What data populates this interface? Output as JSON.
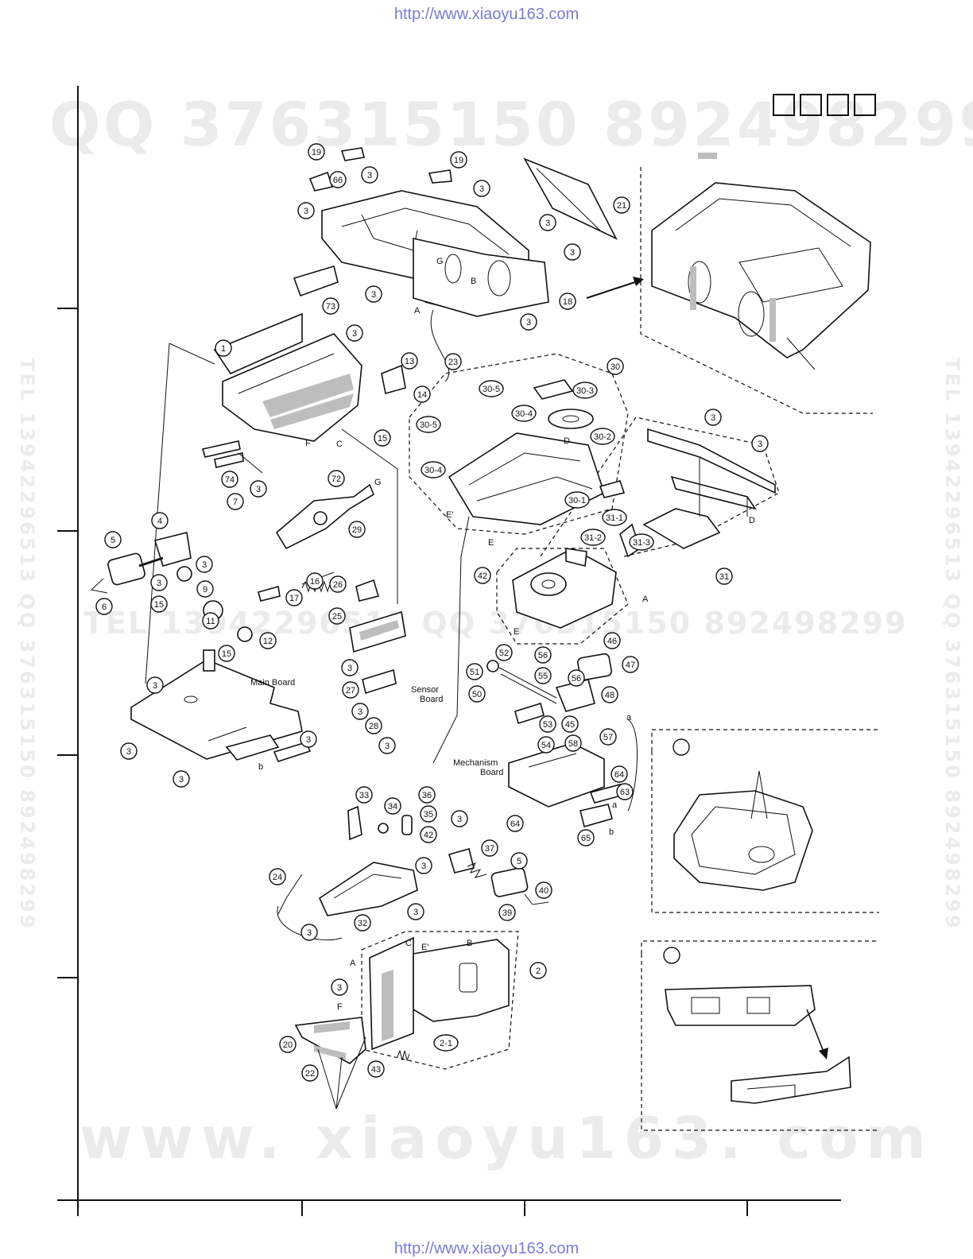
{
  "header": {
    "url": "http://www.xiaoyu163.com"
  },
  "footer": {
    "url": "http://www.xiaoyu163.com"
  },
  "watermarks": {
    "qq": "QQ 376315150   892498299",
    "tel": "TEL 13942296513   QQ 376315150  892498299",
    "site": "www. xiaoyu163. com",
    "vertical": "TEL 13942296513 QQ 376315150 892498299"
  },
  "text_labels": {
    "main_board": "Main Board",
    "sensor_board_1": "Sensor",
    "sensor_board_2": "Board",
    "mechanism_board_1": "Mechanism",
    "mechanism_board_2": "Board"
  },
  "part_numbers": [
    "1",
    "2",
    "2-1",
    "3",
    "4",
    "5",
    "6",
    "7",
    "9",
    "11",
    "12",
    "13",
    "14",
    "15",
    "16",
    "17",
    "18",
    "19",
    "20",
    "21",
    "22",
    "23",
    "24",
    "25",
    "26",
    "27",
    "28",
    "29",
    "30",
    "30-1",
    "30-2",
    "30-3",
    "30-4",
    "30-5",
    "31",
    "31-1",
    "31-2",
    "31-3",
    "32",
    "33",
    "34",
    "35",
    "36",
    "37",
    "39",
    "40",
    "42",
    "43",
    "45",
    "46",
    "47",
    "48",
    "50",
    "51",
    "52",
    "53",
    "54",
    "55",
    "56",
    "57",
    "58",
    "63",
    "64",
    "65",
    "66",
    "72",
    "73",
    "74"
  ],
  "letters": [
    "A",
    "B",
    "C",
    "D",
    "E",
    "E'",
    "F",
    "G",
    "a",
    "b"
  ]
}
